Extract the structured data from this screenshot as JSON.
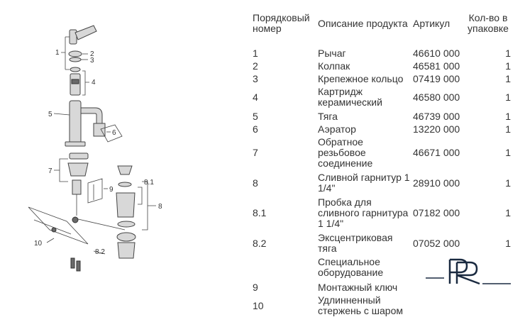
{
  "header": {
    "num": "Порядковый номер",
    "desc": "Описание продукта",
    "art": "Артикул",
    "qty": "Кол-во в упаковке"
  },
  "rows": [
    {
      "num": "1",
      "desc": "Рычаг",
      "art": "46610 000",
      "qty": "1"
    },
    {
      "num": "2",
      "desc": "Колпак",
      "art": "46581 000",
      "qty": "1"
    },
    {
      "num": "3",
      "desc": "Крепежное кольцо",
      "art": "07419 000",
      "qty": "1"
    },
    {
      "num": "4",
      "desc": "Картридж керамический",
      "art": "46580 000",
      "qty": "1"
    },
    {
      "num": "5",
      "desc": "Тяга",
      "art": "46739 000",
      "qty": "1"
    },
    {
      "num": "6",
      "desc": "Аэратор",
      "art": "13220 000",
      "qty": "1"
    },
    {
      "num": "7",
      "desc": "Обратное резьбовое соединение",
      "art": "46671 000",
      "qty": "1"
    },
    {
      "num": "8",
      "desc": "Сливной гарнитур 1 1/4\"",
      "art": "28910 000",
      "qty": "1"
    },
    {
      "num": "8.1",
      "desc": "Пробка для сливного гарнитура 1 1/4\"",
      "art": "07182 000",
      "qty": "1"
    },
    {
      "num": "8.2",
      "desc": "Эксцентриковая тяга",
      "art": "07052 000",
      "qty": "1"
    },
    {
      "num": "",
      "desc": "Специальное оборудование",
      "art": "",
      "qty": ""
    },
    {
      "num": "9",
      "desc": "Монтажный ключ",
      "art": "",
      "qty": ""
    },
    {
      "num": "10",
      "desc": "Удлинненный стержень с шаром",
      "art": "",
      "qty": ""
    }
  ],
  "callouts": {
    "c1": "1",
    "c2": "2",
    "c3": "3",
    "c4": "4",
    "c5": "5",
    "c6": "6",
    "c7": "7",
    "c8": "8",
    "c81": "8.1",
    "c82": "8.2",
    "c9": "9",
    "c10": "10"
  },
  "logo": {
    "letters": "PR"
  },
  "colors": {
    "text": "#333333",
    "logo": "#1a2a40"
  }
}
